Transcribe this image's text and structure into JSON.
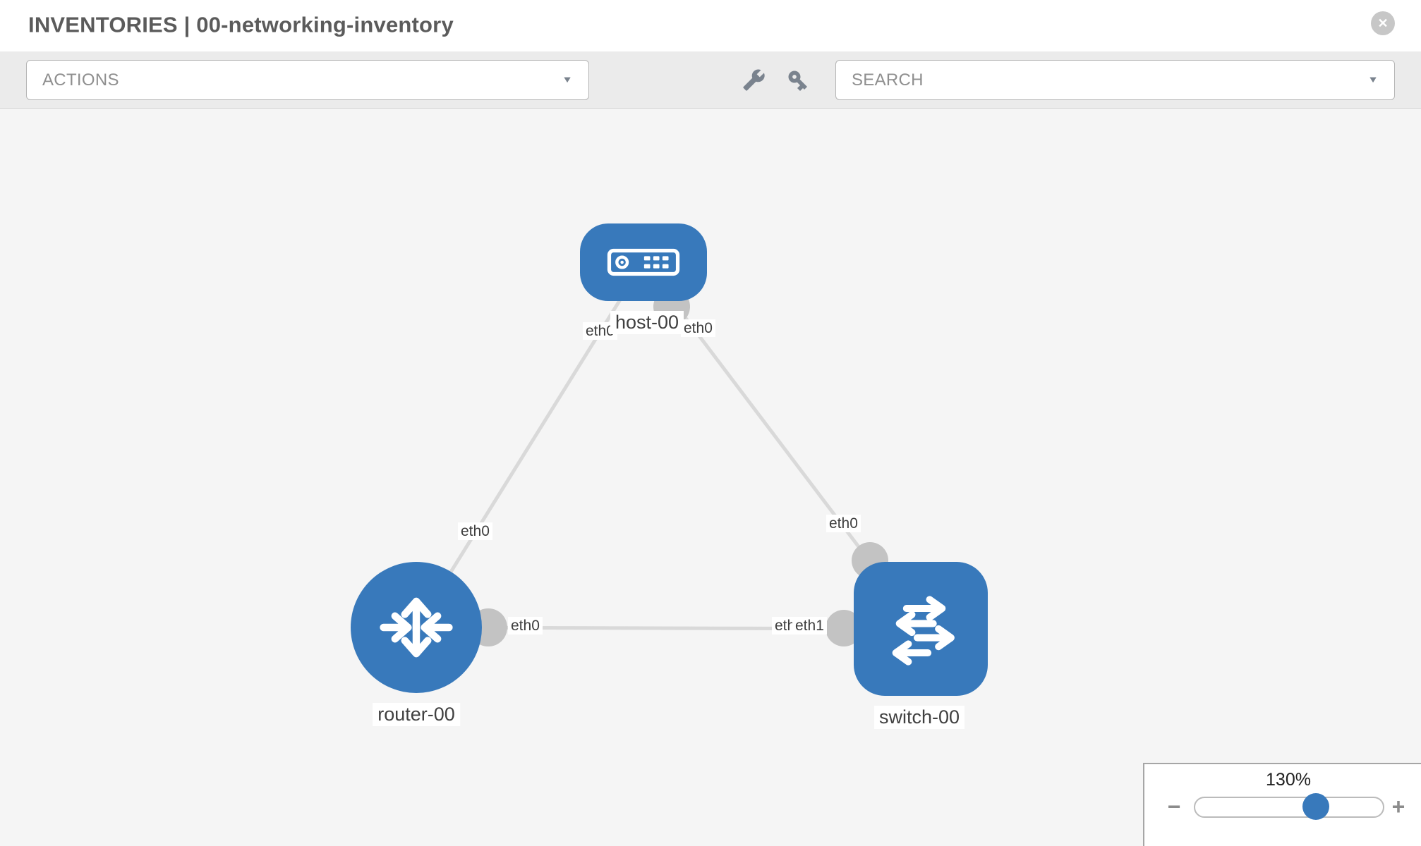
{
  "header": {
    "title": "INVENTORIES | 00-networking-inventory"
  },
  "toolbar": {
    "actions": {
      "label": "ACTIONS"
    },
    "search": {
      "label": "SEARCH"
    }
  },
  "icons": {
    "dropdown_arrow": "▼",
    "close": "✕",
    "minus": "−",
    "plus": "+"
  },
  "topology": {
    "nodes": [
      {
        "id": "host-00",
        "label": "host-00",
        "type": "host"
      },
      {
        "id": "router-00",
        "label": "router-00",
        "type": "router"
      },
      {
        "id": "switch-00",
        "label": "switch-00",
        "type": "switch"
      }
    ],
    "links": [
      {
        "from": "router-00",
        "to": "host-00",
        "from_interface": "eth0",
        "to_interface": "eth0"
      },
      {
        "from": "host-00",
        "to": "switch-00",
        "from_interface": "eth0",
        "to_interface": "eth0"
      },
      {
        "from": "router-00",
        "to": "switch-00",
        "from_interface": "eth0",
        "to_interface": "eth1"
      }
    ],
    "interface_labels": [
      {
        "text": "eth0",
        "position": "host-left"
      },
      {
        "text": "eth0",
        "position": "host-right"
      },
      {
        "text": "eth0",
        "position": "router-upper-link"
      },
      {
        "text": "eth0",
        "position": "switch-upper-link"
      },
      {
        "text": "eth0",
        "position": "middle-link-router-side"
      },
      {
        "text": "eth0",
        "position": "middle-link-switch-side-back"
      },
      {
        "text": "eth1",
        "position": "middle-link-switch-side-front"
      }
    ]
  },
  "zoom_control": {
    "level": "130%"
  },
  "colors": {
    "node_blue": "#3879bb",
    "link_gray": "#d9d9d9",
    "endpoint_gray": "#c3c3c3",
    "toolbar_gray": "#ebebeb",
    "canvas_gray": "#f5f5f5",
    "icon_slate": "#7a838e"
  }
}
